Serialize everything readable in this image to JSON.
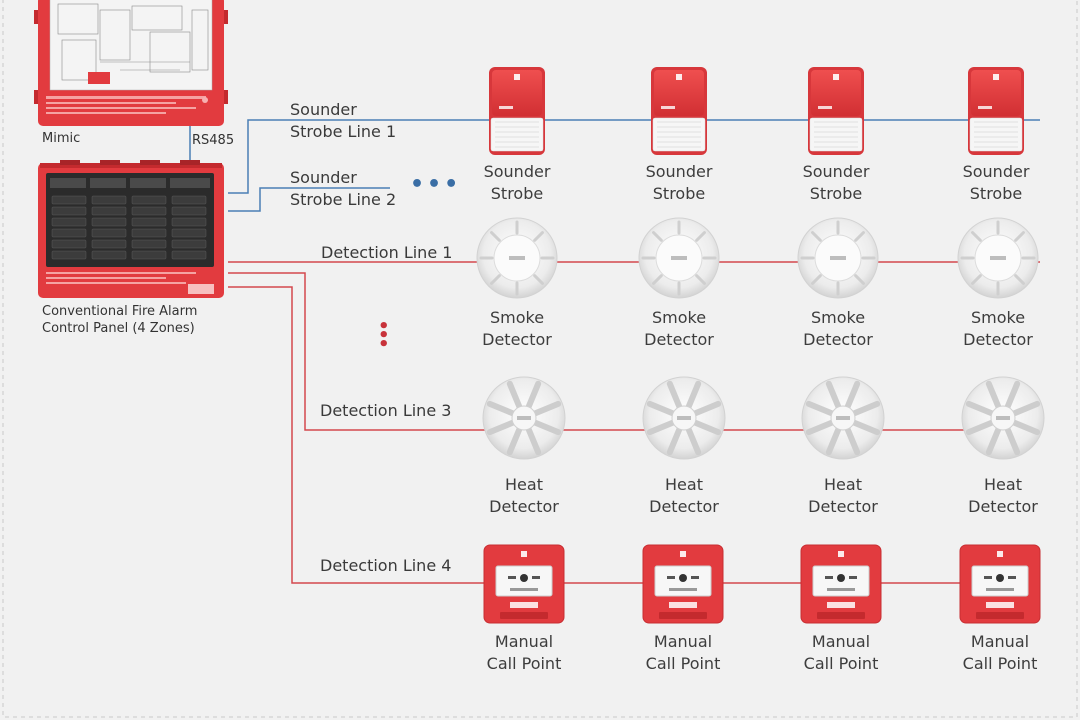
{
  "mimic": {
    "label": "Mimic"
  },
  "link": {
    "label": "RS485"
  },
  "panel": {
    "label_line1": "Conventional Fire Alarm",
    "label_line2": "Control Panel (4 Zones)"
  },
  "lines": {
    "sounder1": {
      "line1": "Sounder",
      "line2": "Strobe Line 1"
    },
    "sounder2": {
      "line1": "Sounder",
      "line2": "Strobe Line 2"
    },
    "detection1": "Detection Line 1",
    "detection3": "Detection Line 3",
    "detection4": "Detection Line 4"
  },
  "ellipsis": {
    "horizontal": "•••",
    "vertical": "•\n•\n•"
  },
  "devices": {
    "sounder": {
      "line1": "Sounder",
      "line2": "Strobe"
    },
    "smoke": {
      "line1": "Smoke",
      "line2": "Detector"
    },
    "heat": {
      "line1": "Heat",
      "line2": "Detector"
    },
    "mcp": {
      "line1": "Manual",
      "line2": "Call Point"
    }
  },
  "colors": {
    "blue_wire": "#4a7fb5",
    "red_wire": "#d4484e",
    "device_red": "#e23b3f",
    "panel_dark": "#2b2b2b"
  }
}
